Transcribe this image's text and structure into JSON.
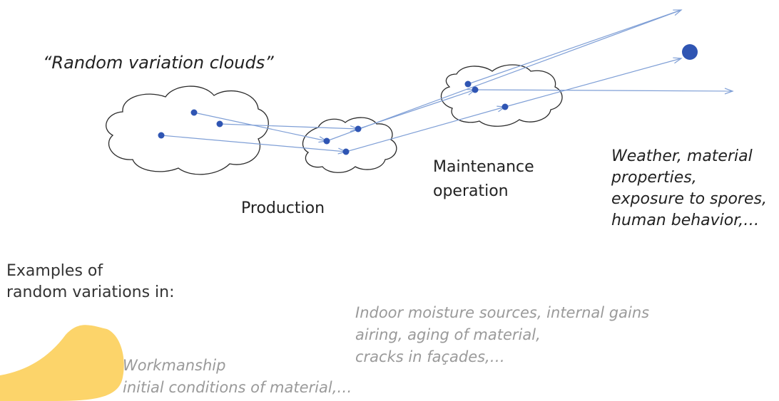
{
  "diagram": {
    "title": "“Random variation clouds”",
    "stages": {
      "production": "Production",
      "maintenance": "Maintenance\noperation"
    },
    "external_factors": "Weather, material\nproperties,\nexposure to spores,\nhuman behavior,…",
    "examples_heading": "Examples of\nrandom variations in:",
    "examples": {
      "operation": "Indoor moisture sources, internal gains\nairing, aging of material,\ncracks in façades,…",
      "production": "Workmanship\ninitial conditions of material,…"
    },
    "colors": {
      "arrow": "#7f9fd6",
      "dot": "#2f55b3",
      "cloud_outline": "#2b2b2b",
      "accent_blob": "#fcd46a",
      "grey_text": "#9a9a9a"
    }
  }
}
